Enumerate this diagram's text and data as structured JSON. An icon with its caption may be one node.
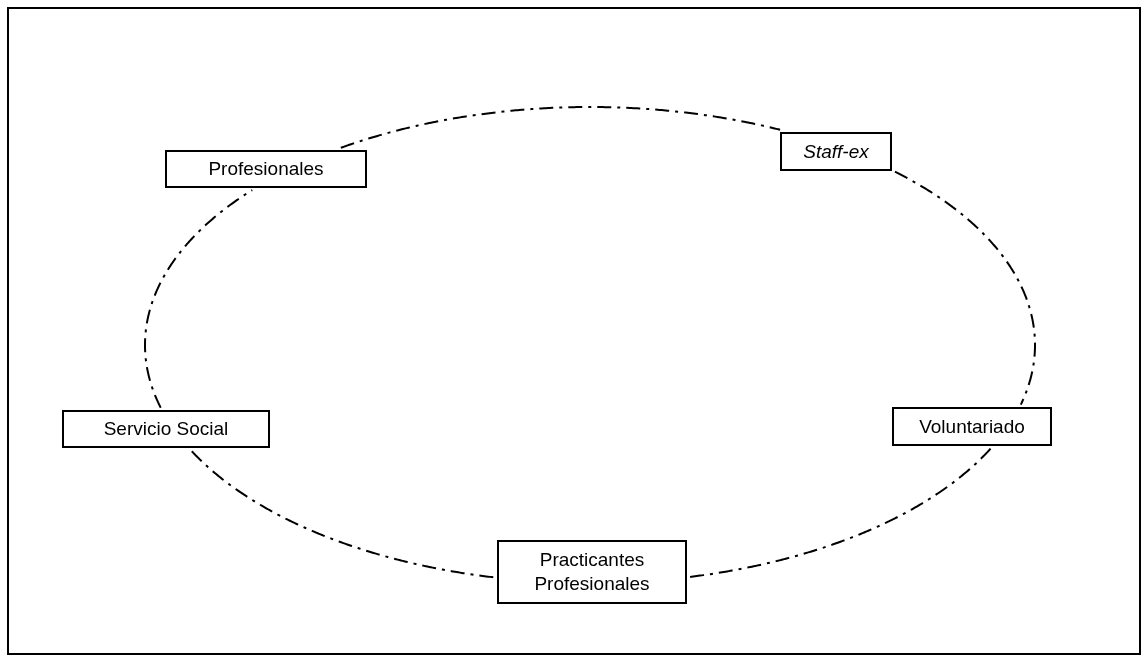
{
  "diagram": {
    "nodes": [
      {
        "text": [
          "Profesionales"
        ]
      },
      {
        "text": [
          "Staff-ex"
        ]
      },
      {
        "text": [
          "Voluntariado"
        ]
      },
      {
        "text": [
          "Practicantes Profesionales"
        ]
      },
      {
        "text": [
          "Servicio Social"
        ]
      }
    ],
    "edges": [
      {
        "from": 0,
        "to": 1,
        "arrow": "none",
        "style": "dashed"
      },
      {
        "from": 1,
        "to": 2,
        "arrow": "none",
        "style": "dashed"
      },
      {
        "from": 2,
        "to": 3,
        "arrow": "none",
        "style": "dashed"
      },
      {
        "from": 3,
        "to": 4,
        "arrow": "none",
        "style": "dashed"
      },
      {
        "from": 4,
        "to": 0,
        "arrow": "none",
        "style": "dashed"
      }
    ]
  }
}
